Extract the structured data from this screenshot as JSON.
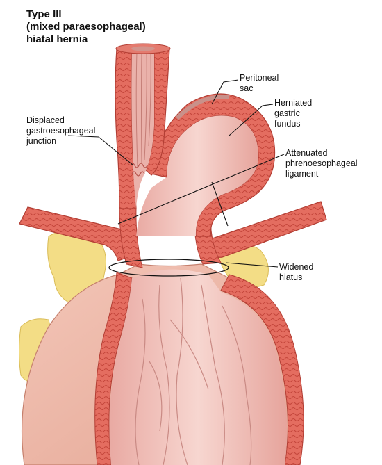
{
  "title": {
    "line1": "Type III",
    "line2": "(mixed paraesophageal)",
    "line3": "hiatal hernia"
  },
  "labels": {
    "displaced_gej": [
      "Displaced",
      "gastroesophageal",
      "junction"
    ],
    "peritoneal_sac": [
      "Peritoneal",
      "sac"
    ],
    "herniated_fundus": [
      "Herniated",
      "gastric",
      "fundus"
    ],
    "attenuated_ligament": [
      "Attenuated",
      "phrenoesophageal",
      "ligament"
    ],
    "widened_hiatus": [
      "Widened",
      "hiatus"
    ]
  },
  "colors": {
    "mucosa": "#f2c6c0",
    "muscle": "#e26a5e",
    "muscle_dark": "#c2473d",
    "fat": "#f3dd86",
    "stomach_wall": "#f0bfae",
    "line": "#111111"
  }
}
